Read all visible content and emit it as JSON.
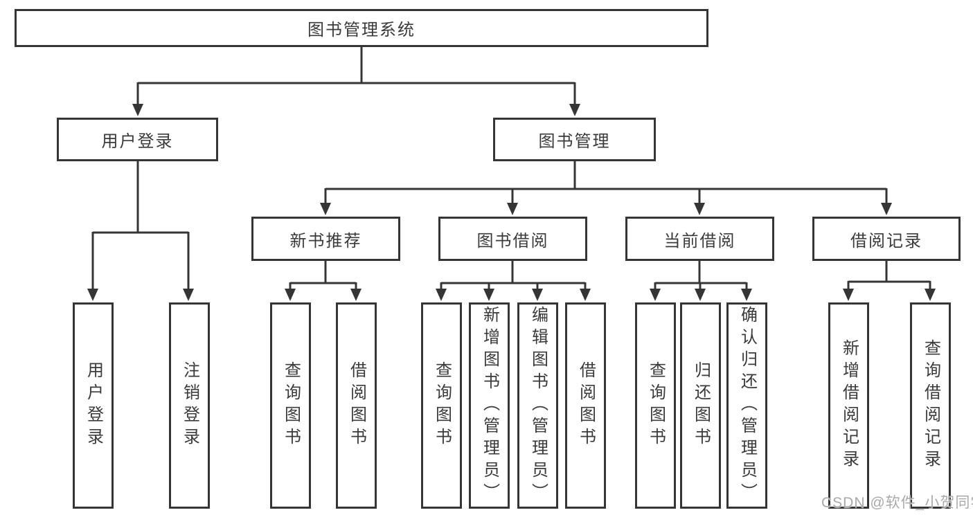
{
  "colors": {
    "line": "#353535",
    "text": "#3a3a3a",
    "bg": "#ffffff",
    "watermark": "#a9a9a9"
  },
  "nodes": {
    "root": "图书管理系统",
    "user_login": "用户登录",
    "book_management": "图书管理",
    "new_book_recommend": "新书推荐",
    "book_borrow": "图书借阅",
    "current_borrow": "当前借阅",
    "borrow_record": "借阅记录",
    "leaves": {
      "user": [
        "用户登录",
        "注销登录"
      ],
      "recommend": [
        "查询图书",
        "借阅图书"
      ],
      "borrow": [
        "查询图书",
        "新增图书（管理员）",
        "编辑图书（管理员）",
        "借阅图书"
      ],
      "current": [
        "查询图书",
        "归还图书",
        "确认归还（管理员）"
      ],
      "record": [
        "新增借阅记录",
        "查询借阅记录"
      ]
    }
  },
  "watermark": "CSDN @软件_小贺同学"
}
